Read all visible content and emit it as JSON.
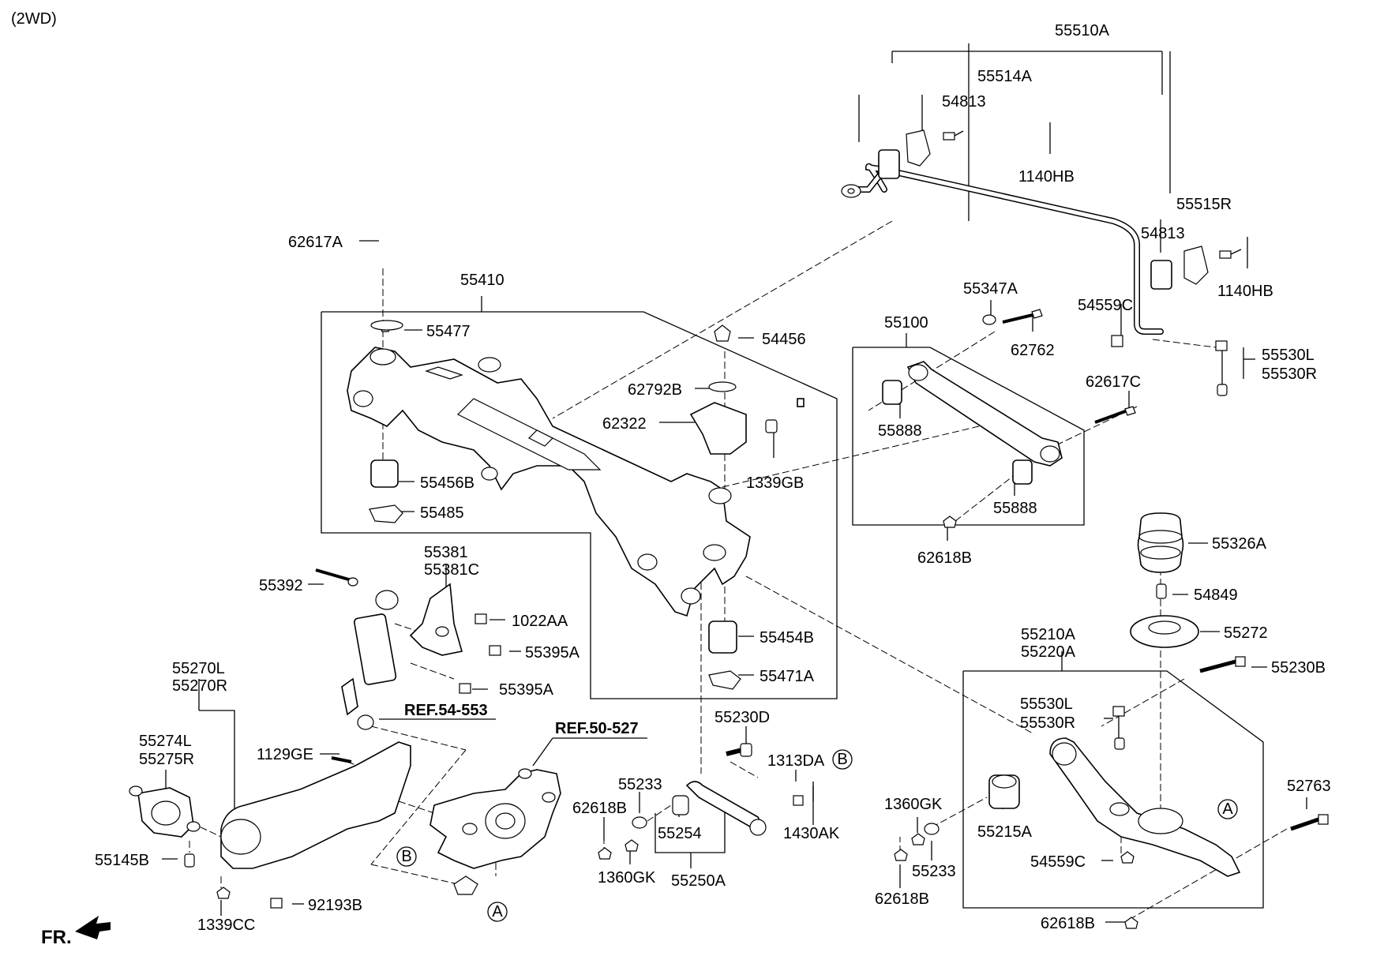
{
  "variant": "(2WD)",
  "front_label": "FR.",
  "callouts": {
    "A": "A",
    "B": "B"
  },
  "refs": {
    "ref_54_553": "REF.54-553",
    "ref_50_527": "REF.50-527"
  },
  "parts": {
    "p55510A": "55510A",
    "p55514A": "55514A",
    "p54813_a": "54813",
    "p1140HB_a": "1140HB",
    "p55515R": "55515R",
    "p54813_b": "54813",
    "p1140HB_b": "1140HB",
    "p54559C_a": "54559C",
    "p55530L_a": "55530L",
    "p55530R_a": "55530R",
    "p62617A": "62617A",
    "p55410": "55410",
    "p55477": "55477",
    "p54456": "54456",
    "p62792B": "62792B",
    "p62322": "62322",
    "p1339GB": "1339GB",
    "p55456B": "55456B",
    "p55485": "55485",
    "p55347A": "55347A",
    "p62762": "62762",
    "p55100": "55100",
    "p55888_a": "55888",
    "p55888_b": "55888",
    "p62617C": "62617C",
    "p62618B_a": "62618B",
    "p55326A": "55326A",
    "p54849": "54849",
    "p55272": "55272",
    "p55210A": "55210A",
    "p55220A": "55220A",
    "p55230B": "55230B",
    "p55530L_b": "55530L",
    "p55530R_b": "55530R",
    "p55381": "55381",
    "p55381C": "55381C",
    "p55392": "55392",
    "p1022AA": "1022AA",
    "p55395A_a": "55395A",
    "p55395A_b": "55395A",
    "p55454B": "55454B",
    "p55471A": "55471A",
    "p55270L": "55270L",
    "p55270R": "55270R",
    "p55274L": "55274L",
    "p55275R": "55275R",
    "p1129GE": "1129GE",
    "p55145B": "55145B",
    "p1339CC": "1339CC",
    "p92193B": "92193B",
    "p55230D": "55230D",
    "p1313DA": "1313DA",
    "p55233_a": "55233",
    "p62618B_b": "62618B",
    "p55254": "55254",
    "p1430AK": "1430AK",
    "p1360GK_a": "1360GK",
    "p55250A": "55250A",
    "p1360GK_b": "1360GK",
    "p55233_b": "55233",
    "p62618B_c": "62618B",
    "p55215A": "55215A",
    "p54559C_b": "54559C",
    "p52763": "52763",
    "p62618B_d": "62618B"
  }
}
